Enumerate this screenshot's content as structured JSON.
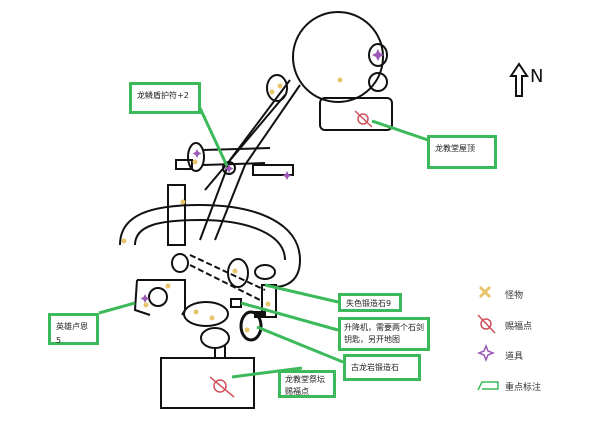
{
  "north_label": "N",
  "labels": {
    "dragon_shield": "龙鳞盾护符+2",
    "church_roof": "龙教堂屋顶",
    "lost_stone": "失色锻造石9",
    "elevator": "升降机，需要两个石剑钥匙，另开地图",
    "ancient_stone": "古龙岩锻造石",
    "altar_grace": "龙教堂祭坛赐福点",
    "hero_rune": "英雄卢恩5"
  },
  "legend": {
    "monster": "怪物",
    "grace": "赐福点",
    "item": "道具",
    "highlight": "重点标注"
  },
  "colors": {
    "highlight": "#3cb95a",
    "grace": "#d0505a",
    "item": "#9b59b6",
    "monster": "#e8c46a"
  }
}
